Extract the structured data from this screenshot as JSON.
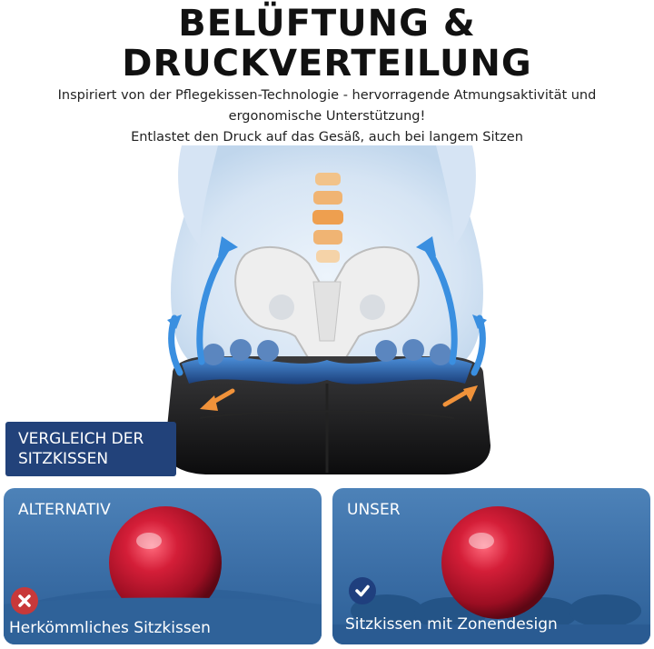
{
  "header": {
    "title_line1": "BELÜFTUNG &",
    "title_line2": "DRUCKVERTEILUNG",
    "subtitle_line1": "Inspiriert von der Pflegekissen-Technologie - hervorragende Atmungsaktivität und",
    "subtitle_line2": "ergonomische Unterstützung!",
    "subtitle_line3": "Entlastet den Druck auf das Gesäß, auch bei langem Sitzen"
  },
  "comparison": {
    "heading": "VERGLEICH DER SITZKISSEN",
    "alternative": {
      "label": "ALTERNATIV",
      "caption": "Herkömmliches Sitzkissen",
      "icon": "x-icon",
      "icon_color": "#c8393a"
    },
    "ours": {
      "label": "UNSER",
      "caption": "Sitzkissen mit Zonendesign",
      "icon": "check-icon",
      "icon_color": "#1f3f7e"
    }
  },
  "colors": {
    "panel_blue": "#3a6da5",
    "heading_box": "#22427a",
    "ball_red": "#b8132a",
    "arrow_blue": "#3a8fe0",
    "arrow_orange": "#f0923a"
  }
}
